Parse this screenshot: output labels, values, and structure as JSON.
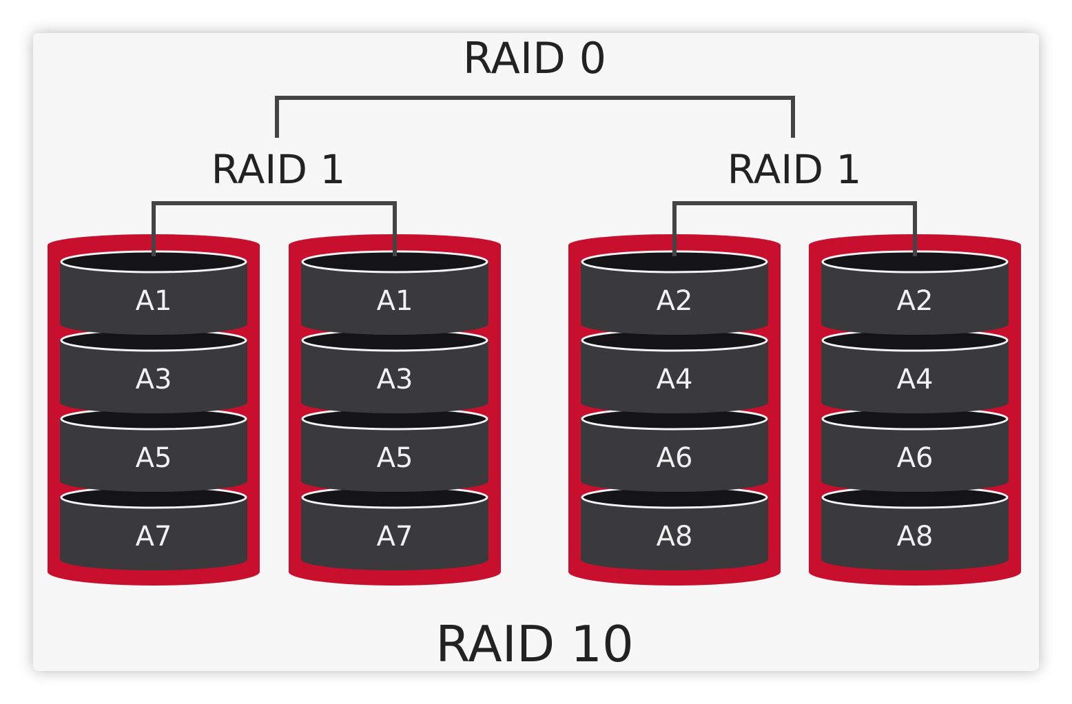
{
  "title": "RAID 10",
  "top_label": "RAID 0",
  "groups": [
    {
      "label": "RAID 1",
      "disks": [
        {
          "blocks": [
            "A1",
            "A3",
            "A5",
            "A7"
          ]
        },
        {
          "blocks": [
            "A1",
            "A3",
            "A5",
            "A7"
          ]
        }
      ]
    },
    {
      "label": "RAID 1",
      "disks": [
        {
          "blocks": [
            "A2",
            "A4",
            "A6",
            "A8"
          ]
        },
        {
          "blocks": [
            "A2",
            "A4",
            "A6",
            "A8"
          ]
        }
      ]
    }
  ],
  "colors": {
    "disk_casing": "#c8102e",
    "platter": "#3a3a3c",
    "platter_top": "#141416",
    "connector": "#444444",
    "background": "#f7f7f7"
  }
}
